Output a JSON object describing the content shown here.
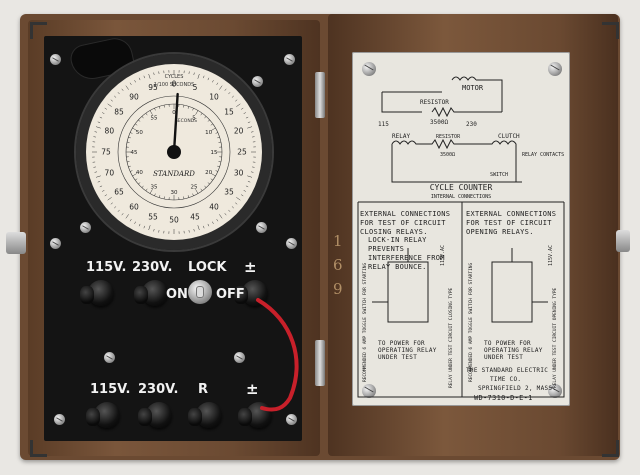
{
  "meter": {
    "brand": "STANDARD",
    "top_label": "CYCLES",
    "unit_label": "1/100 SECONDS",
    "inner_label": "SECONDS",
    "outer_scale": [
      "0",
      "5",
      "10",
      "15",
      "20",
      "25",
      "30",
      "35",
      "40",
      "45",
      "50",
      "55",
      "60",
      "65",
      "70",
      "75",
      "80",
      "85",
      "90",
      "95"
    ],
    "inner_scale": [
      "0",
      "5",
      "10",
      "15",
      "20",
      "25",
      "30",
      "35",
      "40",
      "45",
      "50",
      "55"
    ],
    "bottom_scale": [
      "30",
      "35",
      "40",
      "45",
      "20",
      "25"
    ],
    "needle_fraction": 0.01
  },
  "controls": {
    "row1": [
      "115V.",
      "230V.",
      "LOCK",
      "±"
    ],
    "switch_on": "ON",
    "switch_off": "OFF",
    "row2": [
      "115V.",
      "230V.",
      "R",
      "±"
    ]
  },
  "serial": [
    "1",
    "6",
    "9"
  ],
  "plate": {
    "motor_label": "MOTOR",
    "resistor_label": "RESISTOR",
    "resistor_value": "3500Ω",
    "v115": "115",
    "v230": "230",
    "relay_label": "RELAY",
    "resistor2_label": "RESISTOR",
    "resistor2_value": "3500Ω",
    "clutch_label": "CLUTCH",
    "relay_contacts": "RELAY CONTACTS",
    "switch_label": "SWITCH",
    "title": "CYCLE COUNTER",
    "subtitle": "INTERNAL CONNECTIONS",
    "closing_title": "EXTERNAL CONNECTIONS FOR TEST OF CIRCUIT CLOSING RELAYS.",
    "closing_note": "LOCK-IN RELAY PREVENTS INTERFERENCE FROM RELAY BOUNCE.",
    "opening_title": "EXTERNAL CONNECTIONS FOR TEST OF CIRCUIT OPENING RELAYS.",
    "power_note_left": "TO POWER FOR OPERATING RELAY UNDER TEST",
    "power_note_right": "TO POWER FOR OPERATING RELAY UNDER TEST",
    "rotated_left": "RELAY UNDER TEST CIRCUIT CLOSING TYPE",
    "rotated_right": "RELAY UNDER TEST CIRCUIT OPENING TYPE",
    "rotated_rec_left": "RECOMMENDED 6 AMP TOGGLE SWITCH FOR STARTING",
    "rotated_rec_right": "RECOMMENDED 6 AMP TOGGLE SWITCH FOR STARTING",
    "v115ac": "115V.AC",
    "v115ac2": "115V.AC",
    "maker1": "THE STANDARD ELECTRIC",
    "maker2": "TIME CO.",
    "maker3": "SPRINGFIELD 2, MASS.",
    "model": "WD-7310-D-E-1"
  }
}
